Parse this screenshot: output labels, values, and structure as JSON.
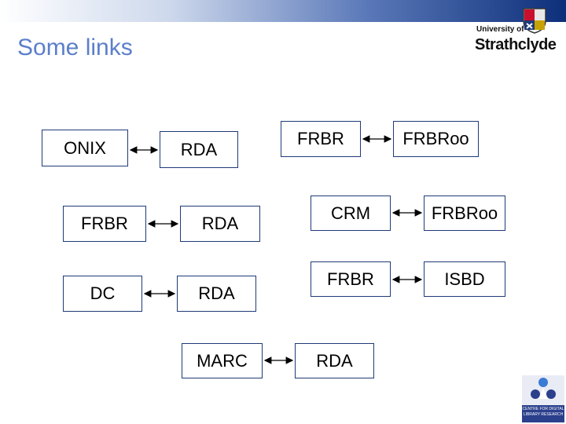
{
  "slide": {
    "title": "Some links"
  },
  "logo": {
    "line1": "University of",
    "line2": "Strathclyde",
    "badge_text": "CENTRE FOR DIGITAL LIBRARY RESEARCH"
  },
  "boxes": {
    "onix": "ONIX",
    "rda1": "RDA",
    "frbr1": "FRBR",
    "rda2": "RDA",
    "dc": "DC",
    "rda3": "RDA",
    "marc": "MARC",
    "rda4": "RDA",
    "frbr2": "FRBR",
    "frbroo1": "FRBRoo",
    "crm": "CRM",
    "frbroo2": "FRBRoo",
    "frbr3": "FRBR",
    "isbd": "ISBD"
  }
}
